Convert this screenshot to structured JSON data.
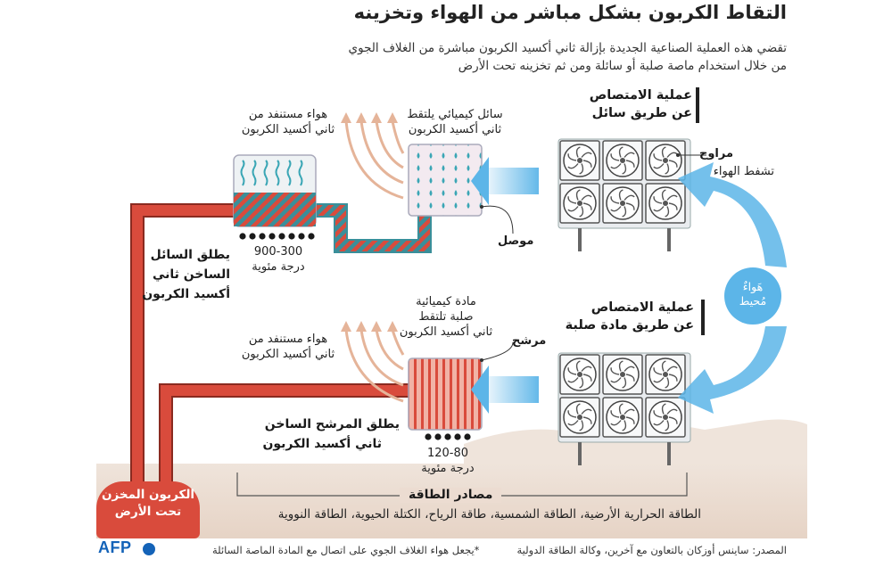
{
  "title": "التقاط الكربون بشكل مباشر من الهواء وتخزينه",
  "subtitle": {
    "line1": "تقضي هذه العملية الصناعية الجديدة بإزالة ثاني أكسيد الكربون مباشرة من الغلاف الجوي",
    "line2": "من خلال استخدام ماصة صلبة أو سائلة ومن ثم تخزينه تحت الأرض"
  },
  "liquid": {
    "heading_1": "عملية الامتصاص",
    "heading_2": "عن طريق سائل",
    "fans_1": "مراوح",
    "fans_2": "تشفط الهواء",
    "chem_1": "سائل كيميائي يلتقط",
    "chem_2": "ثاني أكسيد الكربون",
    "depleted_1": "هواء مستنفد من",
    "depleted_2": "ثاني أكسيد الكربون",
    "connector": "موصل",
    "temp_range": "900-300",
    "temp_unit": "درجة مئوية",
    "release_1": "يطلق السائل",
    "release_2": "الساخن ثاني",
    "release_3": "أكسيد الكربون"
  },
  "solid": {
    "heading_1": "عملية الامتصاص",
    "heading_2": "عن طريق مادة صلبة",
    "chem_1": "مادة كيميائية",
    "chem_2": "صلبة تلتقط",
    "chem_3": "ثاني أكسيد الكربون",
    "filter": "مرشح",
    "depleted_1": "هواء مستنفد من",
    "depleted_2": "ثاني أكسيد الكربون",
    "temp_range": "120-80",
    "temp_unit": "درجة مئوية",
    "release_1": "يطلق المرشح الساخن",
    "release_2": "ثاني أكسيد الكربون"
  },
  "ambient_air_1": "هَواءٌ",
  "ambient_air_2": "مُحيط",
  "storage_1": "الكربون المخزن",
  "storage_2": "تحت الأرض",
  "energy": {
    "heading": "مصادر الطاقة",
    "list": "الطاقة الحرارية الأرضية، الطاقة الشمسية، طاقة الرياح، الكتلة الحيوية، الطاقة النووية"
  },
  "footnote": "*يجعل هواء الغلاف الجوي على اتصال مع المادة الماصة السائلة",
  "source": "المصدر: ساينس أوزكان بالتعاون مع آخرين، وكالة الطاقة الدولية",
  "logo": "AFP",
  "colors": {
    "pipe": "#d94b3c",
    "air_blue": "#5cb5e8",
    "teal": "#3a8f9a",
    "ground": "#ecdcd1",
    "depleted_air": "#e5b499"
  }
}
